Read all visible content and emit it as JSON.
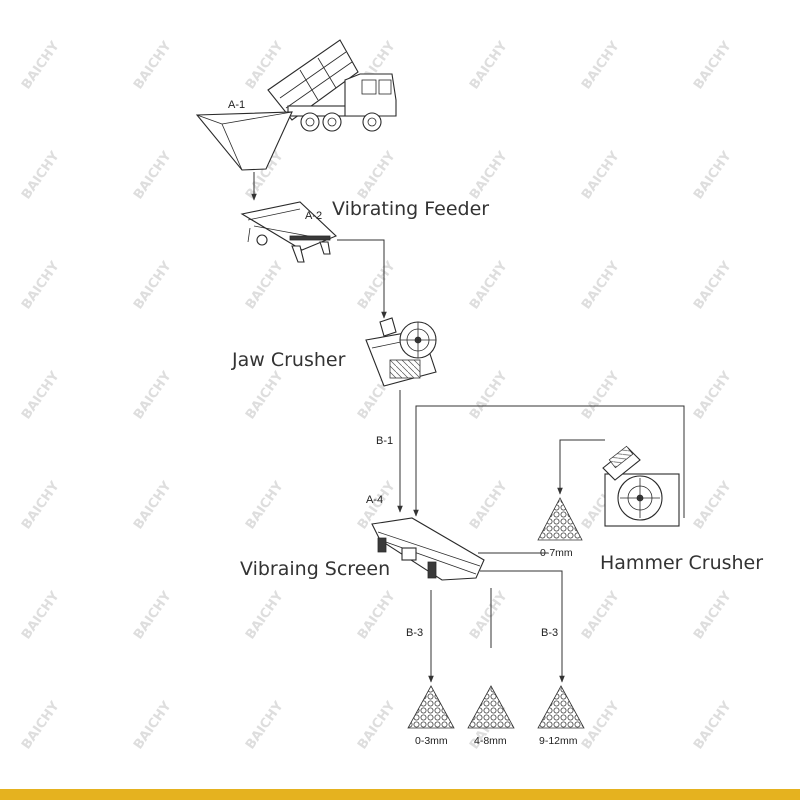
{
  "watermark": {
    "brand": "BAICHY"
  },
  "colors": {
    "footer_bar": "#e5b21f",
    "line": "#333333",
    "label": "#333333"
  },
  "labels": {
    "a1": "A-1",
    "a2": "A-2",
    "b1": "B-1",
    "a4": "A-4",
    "b3_left": "B-3",
    "b3_right": "B-3",
    "vibrating_feeder": "Vibrating Feeder",
    "jaw_crusher": "Jaw Crusher",
    "vibrating_screen": "Vibraing Screen",
    "hammer_crusher": "Hammer Crusher"
  },
  "piles": {
    "recycle": "0-7mm",
    "p1": "0-3mm",
    "p2": "4-8mm",
    "p3": "9-12mm"
  }
}
